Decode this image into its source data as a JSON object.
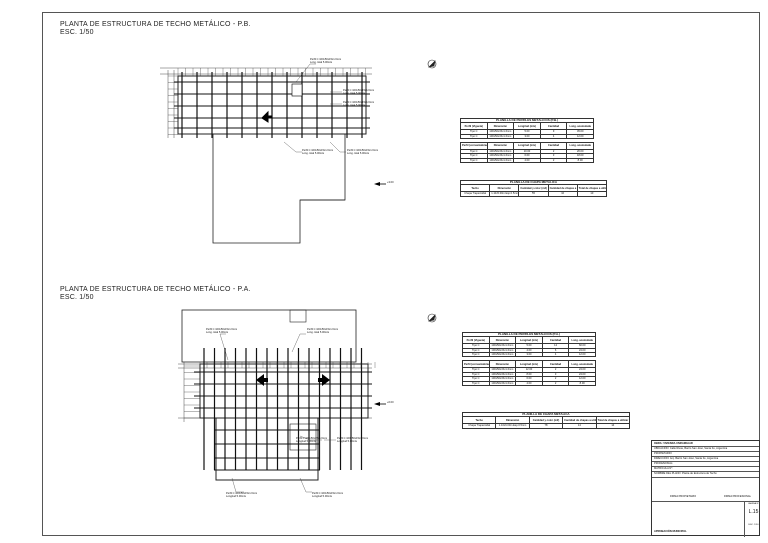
{
  "drawing": {
    "upper": {
      "title": "PLANTA DE ESTRUCTURA DE TECHO METÁLICO - P.B.",
      "scale": "ESC. 1/50",
      "callouts": [
        "Perfil C 100x50x15x1.6mm",
        "Long. total 5.00mts",
        "Perfil C 100x50x15x1.6mm",
        "Long. total 5.00mts",
        "Perfil C 100x50x15x1.6mm",
        "Long. total 5.00mts",
        "Perfil C 100x50x15x1.6mm",
        "Long. total 5.00mts",
        "Perfil C 100x50x15x1.6mm",
        "Long. total 5.00mts"
      ],
      "level_tag": "+3.00"
    },
    "lower": {
      "title": "PLANTA DE ESTRUCTURA DE TECHO METÁLICO - P.A.",
      "scale": "ESC. 1/50",
      "callouts": [
        "Perfil C 100x50x15x1.6mm",
        "Long. total 5.00mts",
        "Perfil C 100x50x15x1.6mm",
        "Long. total 5.00mts",
        "Perfil C 100x50x15x1.6mm",
        "Longitud 5.00mts",
        "Perfil C 100x50x15x1.6mm",
        "Longitud 5.00mts",
        "Perfil C 100x50x15x1.6mm",
        "Longitud 5.00mts",
        "Perfil C 100x50x15x1.6mm",
        "Longitud 5.00mts"
      ],
      "level_tag": "+6.00"
    }
  },
  "tables": {
    "pb_perfiles": {
      "caption": "PLANILLA DE PERFILES METÁLICOS (P.B.)",
      "head1": [
        "Perfil (Vigueta)",
        "Dimensión",
        "Longitud (mts)",
        "Cantidad",
        "Long. acumulada"
      ],
      "rows1": [
        [
          "Tipo C",
          "100x50x15x1.6mm",
          "5.00",
          "9",
          "45.00"
        ],
        [
          "Tipo C",
          "100x50x15x1.6mm",
          "3.00",
          "4",
          "12.00"
        ]
      ],
      "head2": [
        "Perfil (correa/cabriada)",
        "Dimensión",
        "Longitud (mts)",
        "Cantidad",
        "Long. acumulada"
      ],
      "rows2": [
        [
          "Tipo C",
          "100x50x15x1.6mm",
          "10.00",
          "2",
          "20.00"
        ],
        [
          "Tipo C",
          "100x50x15x1.6mm",
          "6.00",
          "3",
          "18.00"
        ],
        [
          "Tipo C",
          "100x50x15x1.6mm",
          "4.00",
          "2",
          "8.00"
        ]
      ]
    },
    "pb_chapa": {
      "caption": "PLANILLA DE CHAPA METÁLICA",
      "head": [
        "Techo",
        "Dimensión",
        "Cantidad y color (m2)",
        "Cantidad de chapas a utilizar",
        "Total de chapas a utilizar"
      ],
      "rows": [
        [
          "Chapa Trapezoidal",
          "1.10x5.00m Esp.0.5mm",
          "55",
          "10",
          "10"
        ]
      ]
    },
    "pa_perfiles": {
      "caption": "PLANILLA DE PERFILES METÁLICOS (P.A.)",
      "head1": [
        "Perfil (Vigueta)",
        "Dimensión",
        "Longitud (mts)",
        "Cantidad",
        "Long. acumulada"
      ],
      "rows1": [
        [
          "Tipo C",
          "100x50x15x1.6mm",
          "5.00",
          "12",
          "60.00"
        ],
        [
          "Tipo C",
          "100x50x15x1.6mm",
          "4.00",
          "6",
          "24.00"
        ],
        [
          "Tipo C",
          "100x50x15x1.6mm",
          "3.00",
          "4",
          "12.00"
        ]
      ],
      "head2": [
        "Perfil (correa/cabriada)",
        "Dimensión",
        "Longitud (mts)",
        "Cantidad",
        "Long. acumulada"
      ],
      "rows2": [
        [
          "Tipo C",
          "100x50x15x1.6mm",
          "12.00",
          "2",
          "24.00"
        ],
        [
          "Tipo C",
          "100x50x15x1.6mm",
          "8.00",
          "3",
          "24.00"
        ],
        [
          "Tipo C",
          "100x50x15x1.6mm",
          "6.00",
          "2",
          "12.00"
        ],
        [
          "Tipo C",
          "100x50x15x1.6mm",
          "4.00",
          "2",
          "8.00"
        ]
      ]
    },
    "pa_chapa": {
      "caption": "PLANILLA DE CHAPA METÁLICA",
      "head": [
        "Techo",
        "Dimensión",
        "Cantidad y color (m2)",
        "Cantidad de chapas a utilizar",
        "Total de chapas a utilizar"
      ],
      "rows": [
        [
          "Chapa Trapezoidal",
          "1.10x6.00m Esp.0.5mm",
          "78",
          "14",
          "14"
        ]
      ]
    }
  },
  "title_block": {
    "obra": "OBRA: VIVIENDA UNIFAMILIAR",
    "ubicacion": "UBICACIÓN: Calle Rivas, Barrio San José, Santa Fe, Argentina",
    "propietario": "PROPIETARIO:",
    "direccion": "DIRECCIÓN: Arq. Barrio San José, Santa Fe, Argentina",
    "profesional": "PROFESIONAL:",
    "matricula": "MATRÍCULA N°:",
    "nombre": "NOMBRE DEL PLANO: Planta de Estructura de Techo",
    "firma1": "FIRMA PROPIETARIO",
    "firma2": "FIRMA PROFESIONAL",
    "lamina_label": "LÁMINA N°",
    "lamina": "L.15",
    "aprobacion": "APROBACIÓN MUNICIPAL",
    "escala": "ESC. 1/50"
  }
}
